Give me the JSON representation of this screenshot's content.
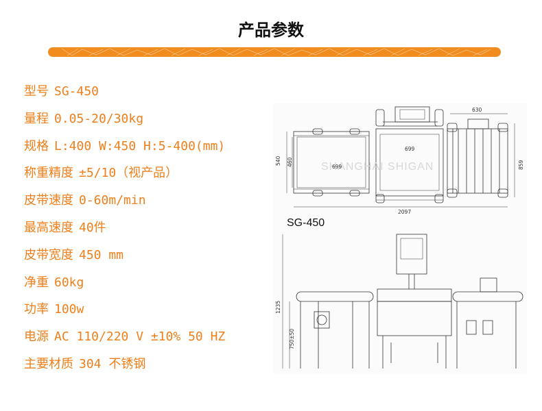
{
  "header": {
    "title": "产品参数"
  },
  "specs": [
    {
      "label": "型号",
      "value": "SG-450"
    },
    {
      "label": "量程",
      "value": "0.05-20/30kg"
    },
    {
      "label": "规格",
      "value": "L:400 W:450 H:5-400(mm)"
    },
    {
      "label": "称重精度",
      "value": "±5/10（视产品）"
    },
    {
      "label": "皮带速度",
      "value": "0-60m/min"
    },
    {
      "label": "最高速度",
      "value": "40件"
    },
    {
      "label": "皮带宽度",
      "value": "450 mm"
    },
    {
      "label": "净重",
      "value": "60kg"
    },
    {
      "label": "功率",
      "value": "100w"
    },
    {
      "label": "电源",
      "value": "AC 110/220 V ±10% 50 HZ"
    },
    {
      "label": "主要材质",
      "value": "304 不锈钢"
    }
  ],
  "drawing": {
    "model": "SG-450",
    "watermark": "SHANGHAI SHIGAN",
    "dims": {
      "d630": "630",
      "d699a": "699",
      "d699b": "699",
      "d540": "540",
      "d460": "460",
      "d859": "859",
      "d2097": "2097",
      "d1235": "1235",
      "d750": "750±50"
    }
  },
  "colors": {
    "accent": "#ef7f1a",
    "divider": "#f18d1e",
    "title": "#111111"
  }
}
